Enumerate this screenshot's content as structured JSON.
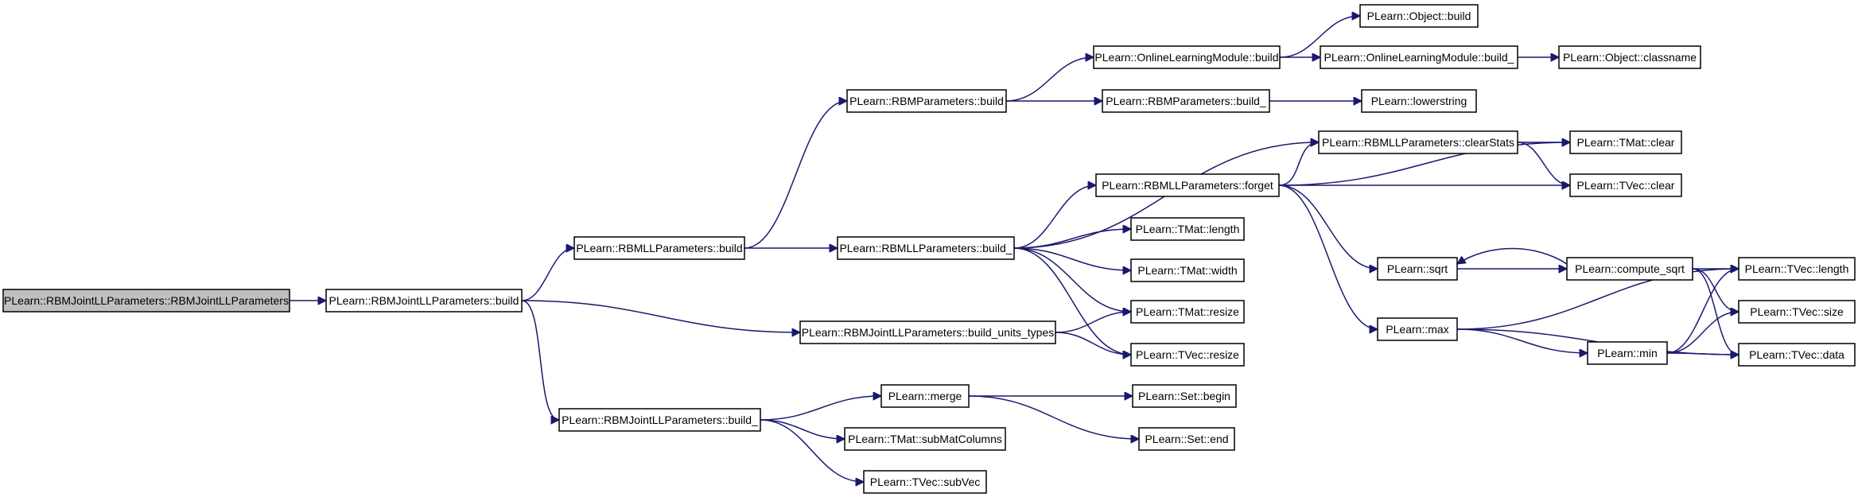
{
  "graph": {
    "root": "rbmjoint_ctor",
    "nodes": [
      {
        "id": "rbmjoint_ctor",
        "label": "PLearn::RBMJointLLParameters::RBMJointLLParameters",
        "root": true
      },
      {
        "id": "rbmjoint_build",
        "label": "PLearn::RBMJointLLParameters::build"
      },
      {
        "id": "rbmll_build",
        "label": "PLearn::RBMLLParameters::build"
      },
      {
        "id": "rbmjoint_build_",
        "label": "PLearn::RBMJointLLParameters::build_"
      },
      {
        "id": "rbmparams_build",
        "label": "PLearn::RBMParameters::build"
      },
      {
        "id": "rbmll_build_",
        "label": "PLearn::RBMLLParameters::build_"
      },
      {
        "id": "build_units_types",
        "label": "PLearn::RBMJointLLParameters::build_units_types"
      },
      {
        "id": "merge",
        "label": "PLearn::merge"
      },
      {
        "id": "submatcolumns",
        "label": "PLearn::TMat::subMatColumns"
      },
      {
        "id": "subvec",
        "label": "PLearn::TVec::subVec"
      },
      {
        "id": "olm_build",
        "label": "PLearn::OnlineLearningModule::build"
      },
      {
        "id": "rbmparams_build_",
        "label": "PLearn::RBMParameters::build_"
      },
      {
        "id": "forget",
        "label": "PLearn::RBMLLParameters::forget"
      },
      {
        "id": "tmat_length",
        "label": "PLearn::TMat::length"
      },
      {
        "id": "tmat_width",
        "label": "PLearn::TMat::width"
      },
      {
        "id": "tmat_resize",
        "label": "PLearn::TMat::resize"
      },
      {
        "id": "tvec_resize",
        "label": "PLearn::TVec::resize"
      },
      {
        "id": "set_begin",
        "label": "PLearn::Set::begin"
      },
      {
        "id": "set_end",
        "label": "PLearn::Set::end"
      },
      {
        "id": "object_build",
        "label": "PLearn::Object::build"
      },
      {
        "id": "olm_build_",
        "label": "PLearn::OnlineLearningModule::build_"
      },
      {
        "id": "lowerstring",
        "label": "PLearn::lowerstring"
      },
      {
        "id": "clearstats",
        "label": "PLearn::RBMLLParameters::clearStats"
      },
      {
        "id": "sqrt",
        "label": "PLearn::sqrt"
      },
      {
        "id": "max",
        "label": "PLearn::max"
      },
      {
        "id": "object_classname",
        "label": "PLearn::Object::classname"
      },
      {
        "id": "tmat_clear",
        "label": "PLearn::TMat::clear"
      },
      {
        "id": "tvec_clear",
        "label": "PLearn::TVec::clear"
      },
      {
        "id": "compute_sqrt",
        "label": "PLearn::compute_sqrt"
      },
      {
        "id": "min",
        "label": "PLearn::min"
      },
      {
        "id": "tvec_length",
        "label": "PLearn::TVec::length"
      },
      {
        "id": "tvec_size",
        "label": "PLearn::TVec::size"
      },
      {
        "id": "tvec_data",
        "label": "PLearn::TVec::data"
      }
    ],
    "edges": [
      [
        "rbmjoint_ctor",
        "rbmjoint_build"
      ],
      [
        "rbmjoint_build",
        "rbmll_build"
      ],
      [
        "rbmjoint_build",
        "build_units_types"
      ],
      [
        "rbmjoint_build",
        "rbmjoint_build_"
      ],
      [
        "rbmll_build",
        "rbmparams_build"
      ],
      [
        "rbmll_build",
        "rbmll_build_"
      ],
      [
        "rbmparams_build",
        "olm_build"
      ],
      [
        "rbmparams_build",
        "rbmparams_build_"
      ],
      [
        "olm_build",
        "object_build"
      ],
      [
        "olm_build",
        "olm_build_"
      ],
      [
        "olm_build_",
        "object_classname"
      ],
      [
        "rbmparams_build_",
        "lowerstring"
      ],
      [
        "rbmll_build_",
        "clearstats"
      ],
      [
        "rbmll_build_",
        "forget"
      ],
      [
        "rbmll_build_",
        "tmat_length"
      ],
      [
        "rbmll_build_",
        "tmat_width"
      ],
      [
        "rbmll_build_",
        "tmat_resize"
      ],
      [
        "rbmll_build_",
        "tvec_resize"
      ],
      [
        "clearstats",
        "tmat_clear"
      ],
      [
        "clearstats",
        "tvec_clear"
      ],
      [
        "forget",
        "clearstats"
      ],
      [
        "forget",
        "tmat_clear"
      ],
      [
        "forget",
        "tvec_clear"
      ],
      [
        "forget",
        "sqrt"
      ],
      [
        "forget",
        "max"
      ],
      [
        "sqrt",
        "compute_sqrt"
      ],
      [
        "compute_sqrt",
        "sqrt"
      ],
      [
        "compute_sqrt",
        "tvec_length"
      ],
      [
        "compute_sqrt",
        "tvec_size"
      ],
      [
        "compute_sqrt",
        "tvec_data"
      ],
      [
        "max",
        "tvec_length"
      ],
      [
        "max",
        "min"
      ],
      [
        "max",
        "tvec_data"
      ],
      [
        "min",
        "tvec_length"
      ],
      [
        "min",
        "tvec_size"
      ],
      [
        "min",
        "tvec_data"
      ],
      [
        "build_units_types",
        "tmat_resize"
      ],
      [
        "build_units_types",
        "tvec_resize"
      ],
      [
        "rbmjoint_build_",
        "merge"
      ],
      [
        "rbmjoint_build_",
        "submatcolumns"
      ],
      [
        "rbmjoint_build_",
        "subvec"
      ],
      [
        "merge",
        "set_begin"
      ],
      [
        "merge",
        "set_end"
      ]
    ]
  }
}
